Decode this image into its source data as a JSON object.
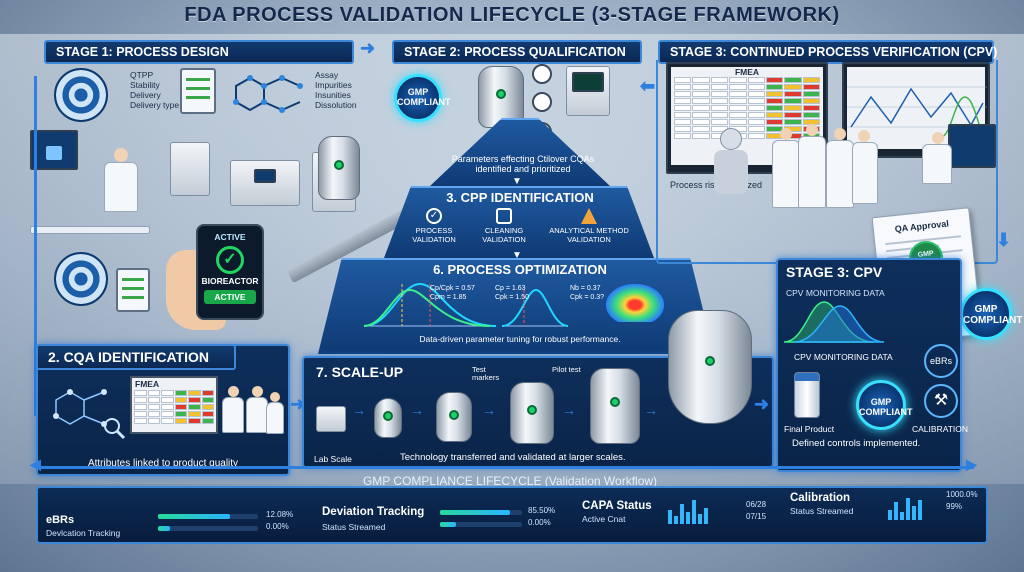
{
  "title": "FDA PROCESS VALIDATION LIFECYCLE (3-STAGE FRAMEWORK)",
  "stage1": {
    "header": "STAGE 1: PROCESS DESIGN",
    "qtpp_list": [
      "QTPP",
      "Stability",
      "Delivery",
      "Delivery type"
    ],
    "assay_list": [
      "Assay",
      "Impurities",
      "Insunities",
      "Dissolution"
    ]
  },
  "stage2": {
    "header": "STAGE 2: PROCESS QUALIFICATION",
    "gmp_badge": "GMP COMPLIANT",
    "caption": "Parameters effecting Ctilover CQAs identified and prioritized"
  },
  "stage3": {
    "header": "STAGE 3: CONTINUED PROCESS VERIFICATION (CPV)",
    "fmea_title": "FMEA",
    "risk_caption": "Process risks analyzed"
  },
  "phone": {
    "status": "ACTIVE",
    "device": "BIOREACTOR",
    "badge": "ACTIVE"
  },
  "cpp": {
    "header": "3. CPP IDENTIFICATION",
    "items": [
      "PROCESS VALIDATION",
      "CLEANING VALIDATION",
      "ANALYTICAL METHOD VALIDATION"
    ]
  },
  "optimization": {
    "header": "6. PROCESS OPTIMIZATION",
    "params_left": [
      "Cp/Cpk = 0.57",
      "Cpm = 1.85"
    ],
    "params_mid": [
      "Cp = 1.63",
      "Cpk = 1.50"
    ],
    "params_right": [
      "Nb = 0.37",
      "Cpk = 0.3?"
    ],
    "caption": "Data-driven parameter tuning for robust performance."
  },
  "cqa": {
    "header": "2. CQA IDENTIFICATION",
    "fmea_title": "FMEA",
    "caption": "Attributes linked to product quality"
  },
  "scaleup": {
    "header": "7. SCALE-UP",
    "lab_label": "Lab Scale",
    "test_markers": "Test markers",
    "pilot_test": "Pilot test",
    "caption": "Technology transferred and validated at larger scales."
  },
  "cpv": {
    "header": "STAGE 3: CPV",
    "monitoring_top": "CPV MONITORING DATA",
    "monitoring_bottom": "CPV MONITORING DATA",
    "ebrs": "eBRs",
    "gmp_badge": "GMP COMPLIANT",
    "calibration": "CALIBRATION",
    "final_product": "Final Product",
    "controls": "Defined controls implemented."
  },
  "qa": {
    "title": "QA Approval",
    "gmp_badge": "GMP COMPLIANT",
    "gmp_seal": "GMP COMPLIANT"
  },
  "lifecycle": {
    "title": "GMP COMPLIANCE LIFECYCLE (Validation Workflow)",
    "ebrs_label": "eBRs",
    "ebrs_sub": "Devlcation Tracking",
    "ebrs_val1": "12.08%",
    "ebrs_val2": "0.00%",
    "ebrs_fill": 0.72,
    "dev_label": "Deviation Tracking",
    "dev_sub": "Status Streamed",
    "dev_val1": "85.50%",
    "dev_val2": "0.00%",
    "dev_fill": 0.85,
    "capa_label": "CAPA Status",
    "capa_sub": "Active Cnat",
    "capa_date1": "06/28",
    "capa_date2": "07/15",
    "cal_label": "Calibration",
    "cal_sub": "Status Streamed",
    "cal_val1": "1000.0%",
    "cal_val2": "99%"
  },
  "colors": {
    "panel": "#0e2f5c",
    "accent": "#3c87d8",
    "gmp_glow": "#37e0ff",
    "risk_red": "#e03a2f",
    "risk_yellow": "#f2c12e",
    "risk_green": "#3cb44b"
  }
}
